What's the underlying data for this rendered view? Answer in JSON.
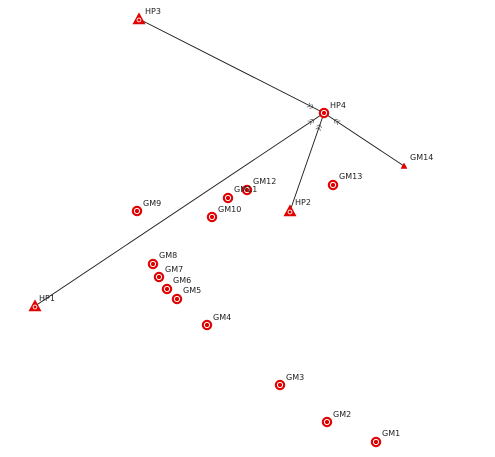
{
  "colors": {
    "marker": "#e00000",
    "edge": "#1a1a1a",
    "label": "#222222"
  },
  "nodes": [
    {
      "id": "HP3",
      "label": "HP3",
      "kind": "triangle"
    },
    {
      "id": "HP4",
      "label": "HP4",
      "kind": "circle"
    },
    {
      "id": "GM14",
      "label": "GM14",
      "kind": "small-triangle"
    },
    {
      "id": "GM13",
      "label": "GM13",
      "kind": "circle"
    },
    {
      "id": "GM12",
      "label": "GM12",
      "kind": "circle"
    },
    {
      "id": "GM11",
      "label": "GM11",
      "kind": "circle"
    },
    {
      "id": "GM10",
      "label": "GM10",
      "kind": "circle"
    },
    {
      "id": "HP2",
      "label": "HP2",
      "kind": "triangle"
    },
    {
      "id": "GM9",
      "label": "GM9",
      "kind": "circle"
    },
    {
      "id": "GM8",
      "label": "GM8",
      "kind": "circle"
    },
    {
      "id": "GM7",
      "label": "GM7",
      "kind": "circle"
    },
    {
      "id": "GM6",
      "label": "GM6",
      "kind": "circle"
    },
    {
      "id": "GM5",
      "label": "GM5",
      "kind": "circle"
    },
    {
      "id": "HP1",
      "label": "HP1",
      "kind": "triangle"
    },
    {
      "id": "GM4",
      "label": "GM4",
      "kind": "circle"
    },
    {
      "id": "GM3",
      "label": "GM3",
      "kind": "circle"
    },
    {
      "id": "GM2",
      "label": "GM2",
      "kind": "circle"
    },
    {
      "id": "GM1",
      "label": "GM1",
      "kind": "circle"
    }
  ],
  "edges": [
    {
      "from": "HP3",
      "to": "HP4"
    },
    {
      "from": "HP1",
      "to": "HP4"
    },
    {
      "from": "HP2",
      "to": "HP4"
    },
    {
      "from": "GM14",
      "to": "HP4"
    }
  ]
}
